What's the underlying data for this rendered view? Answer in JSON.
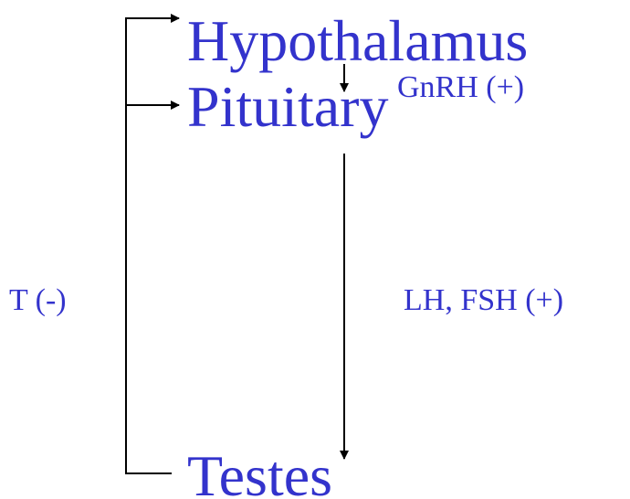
{
  "nodes": {
    "hypothalamus": "Hypothalamus",
    "pituitary": "Pituitary",
    "testes": "Testes"
  },
  "labels": {
    "gnrh": "GnRH (+)",
    "lh_fsh": "LH, FSH (+)",
    "testosterone_feedback": "T (-)"
  },
  "colors": {
    "text": "#3333cc",
    "lines": "#000000"
  }
}
